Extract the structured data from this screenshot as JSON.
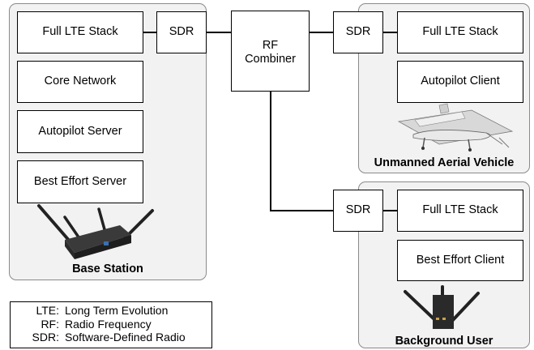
{
  "base_station": {
    "caption": "Base Station",
    "full_lte_stack": "Full LTE Stack",
    "core_network": "Core Network",
    "autopilot_server": "Autopilot Server",
    "best_effort_server": "Best Effort Server",
    "image_icon": "router-icon"
  },
  "sdr_left": "SDR",
  "rf_combiner": {
    "line1": "RF",
    "line2": "Combiner"
  },
  "uav": {
    "caption": "Unmanned Aerial Vehicle",
    "sdr": "SDR",
    "full_lte_stack": "Full LTE Stack",
    "autopilot_client": "Autopilot Client",
    "image_icon": "drone-icon"
  },
  "background_user": {
    "caption": "Background User",
    "sdr": "SDR",
    "full_lte_stack": "Full LTE Stack",
    "best_effort_client": "Best Effort Client",
    "image_icon": "modem-icon"
  },
  "legend": {
    "items": [
      {
        "abbr": "LTE:",
        "text": "Long Term Evolution"
      },
      {
        "abbr": "RF:",
        "text": "Radio Frequency"
      },
      {
        "abbr": "SDR:",
        "text": "Software-Defined Radio"
      }
    ]
  }
}
